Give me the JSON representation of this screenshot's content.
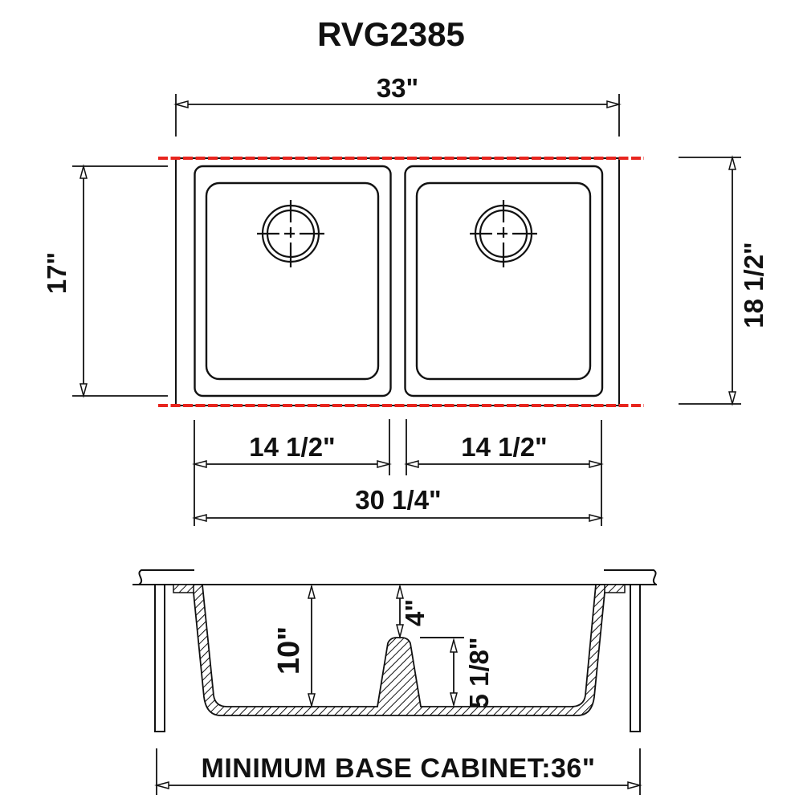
{
  "title": "RVG2385",
  "colors": {
    "line": "#111111",
    "red": "#e8251e"
  },
  "top_view": {
    "overall_width": "33\"",
    "left_depth": "17\"",
    "overall_depth": "18 1/2\"",
    "left_bowl_width": "14 1/2\"",
    "right_bowl_width": "14 1/2\"",
    "bowls_total_width": "30 1/4\""
  },
  "section_view": {
    "bowl_depth": "10\"",
    "divider_reveal": "4\"",
    "divider_depth": "5 1/8\"",
    "base_cabinet_note": "MINIMUM BASE CABINET:36\""
  }
}
